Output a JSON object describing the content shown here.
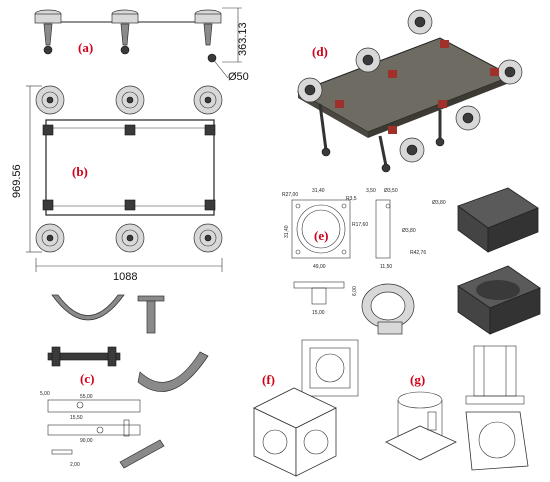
{
  "panels": {
    "a": "(a)",
    "b": "(b)",
    "c": "(c)",
    "d": "(d)",
    "e": "(e)",
    "f": "(f)",
    "g": "(g)"
  },
  "dims_a": {
    "height": "363.13",
    "diameter": "Ø50"
  },
  "dims_b": {
    "length": "969.56",
    "width": "1088"
  },
  "dims_e": {
    "d1": "31,40",
    "d2": "R27,00",
    "d3": "R3,5",
    "d4": "31,40",
    "d5": "49,00",
    "d6": "R17,60",
    "d7": "3,50",
    "d8": "Ø3,50",
    "d9": "Ø3,80",
    "d10": "Ø3,80",
    "d11": "R42,76",
    "d12": "11,50",
    "d13": "6,00",
    "d14": "15,00"
  },
  "dims_c": {
    "d1": "55,00",
    "d2": "15,50",
    "d3": "90,00",
    "d4": "5,00",
    "d5": "2,00"
  },
  "colors": {
    "label": "#d0021b",
    "line": "#222222",
    "part": "#8a8a8a"
  }
}
